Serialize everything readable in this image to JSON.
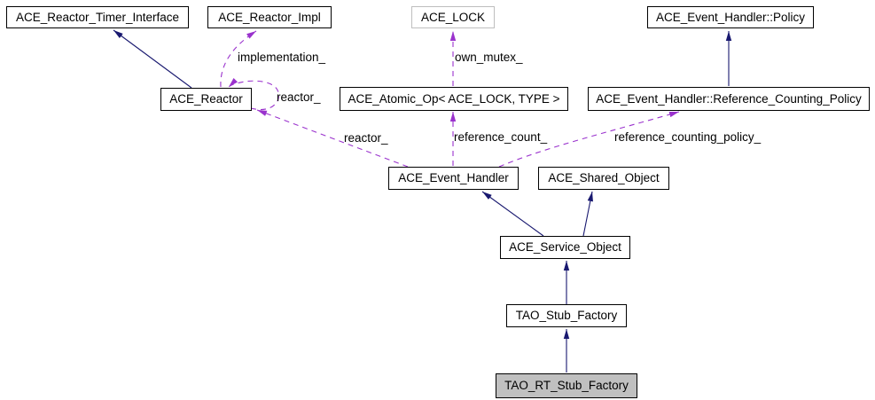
{
  "nodes": {
    "reactor_timer_interface": {
      "label": "ACE_Reactor_Timer_Interface"
    },
    "reactor_impl": {
      "label": "ACE_Reactor_Impl"
    },
    "lock": {
      "label": "ACE_LOCK"
    },
    "policy": {
      "label": "ACE_Event_Handler::Policy"
    },
    "reactor": {
      "label": "ACE_Reactor"
    },
    "atomic_op": {
      "label": "ACE_Atomic_Op< ACE_LOCK, TYPE >"
    },
    "ref_counting_policy": {
      "label": "ACE_Event_Handler::Reference_Counting_Policy"
    },
    "event_handler": {
      "label": "ACE_Event_Handler"
    },
    "shared_object": {
      "label": "ACE_Shared_Object"
    },
    "service_object": {
      "label": "ACE_Service_Object"
    },
    "stub_factory": {
      "label": "TAO_Stub_Factory"
    },
    "rt_stub_factory": {
      "label": "TAO_RT_Stub_Factory"
    }
  },
  "edges": {
    "implementation": {
      "label": "implementation_"
    },
    "own_mutex": {
      "label": "own_mutex_"
    },
    "reactor_self": {
      "label": "reactor_"
    },
    "reactor_member": {
      "label": "reactor_"
    },
    "reference_count": {
      "label": "reference_count_"
    },
    "reference_counting_policy": {
      "label": "reference_counting_policy_"
    }
  },
  "colors": {
    "inheritance_arrow": "#191970",
    "usage_arrow": "#9a32cd",
    "node_border": "#000000",
    "undocumented_node_border": "#bebebe",
    "current_node_fill": "#c0c0c0",
    "background": "#ffffff"
  }
}
